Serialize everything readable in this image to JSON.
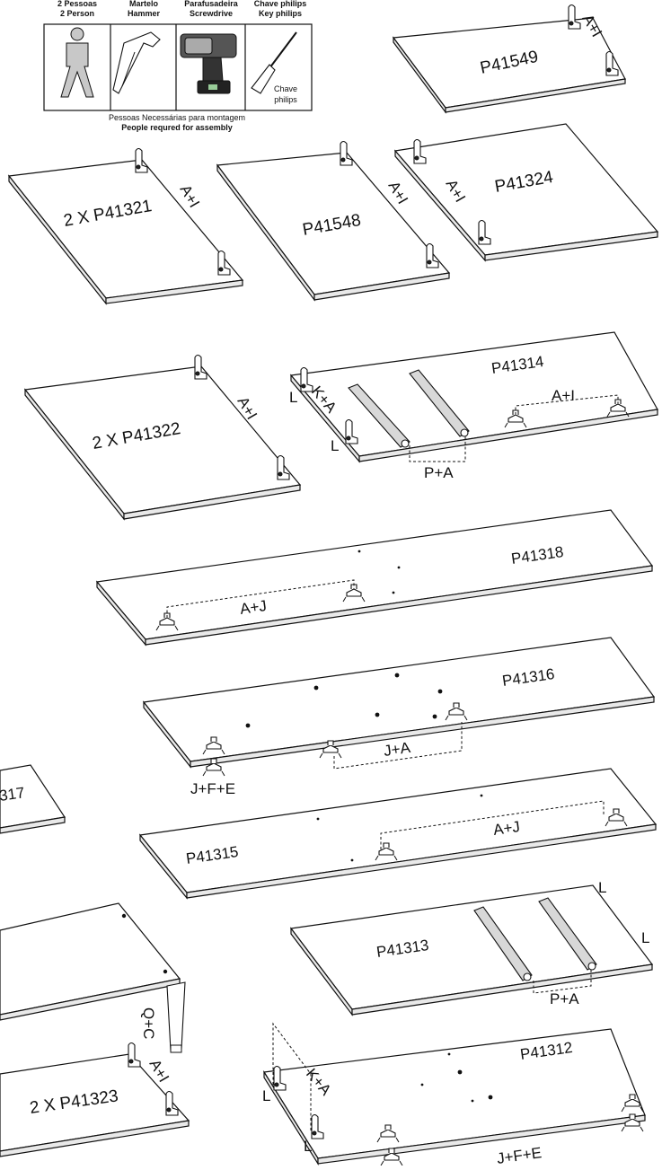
{
  "tools": {
    "person_pt": "2 Pessoas",
    "person_en": "2 Person",
    "hammer_pt": "Martelo",
    "hammer_en": "Hammer",
    "drill_pt": "Parafusadeira",
    "drill_en": "Screwdrive",
    "key_pt": "Chave philips",
    "key_en": "Key philips",
    "key_caption_1": "Chave",
    "key_caption_2": "philips",
    "people_note_pt": "Pessoas Necessárias para montagem",
    "people_note_en": "People requred for assembly"
  },
  "panels": {
    "p41549": {
      "code": "P41549",
      "fitting": "A+I"
    },
    "p41321": {
      "code": "2 X P41321",
      "fitting": "A+I"
    },
    "p41548": {
      "code": "P41548",
      "fitting": "A+I"
    },
    "p41324": {
      "code": "P41324",
      "fitting": "A+I"
    },
    "p41322": {
      "code": "2 X P41322",
      "fitting": "A+I"
    },
    "p41314": {
      "code": "P41314",
      "fitting_left": "K+A",
      "fitting_right": "A+I",
      "fitting_rails": "P+A",
      "corner_l1": "L",
      "corner_l2": "L"
    },
    "p41318": {
      "code": "P41318",
      "fitting": "A+J"
    },
    "p41316": {
      "code": "P41316",
      "fitting": "J+A",
      "fitting_bottom": "J+F+E"
    },
    "p41317_partial": {
      "code": "317"
    },
    "p41315": {
      "code": "P41315",
      "fitting": "A+J"
    },
    "p41313": {
      "code": "P41313",
      "fitting_rails": "P+A",
      "corner_l1": "L",
      "corner_l2": "L"
    },
    "base": {
      "fitting": "Q+C"
    },
    "p41323": {
      "code": "2 X P41323",
      "fitting": "A+I"
    },
    "p41312": {
      "code": "P41312",
      "fitting_left": "K+A",
      "fitting_bottom": "J+F+E",
      "corner_l1": "L",
      "corner_l2": "L"
    }
  }
}
